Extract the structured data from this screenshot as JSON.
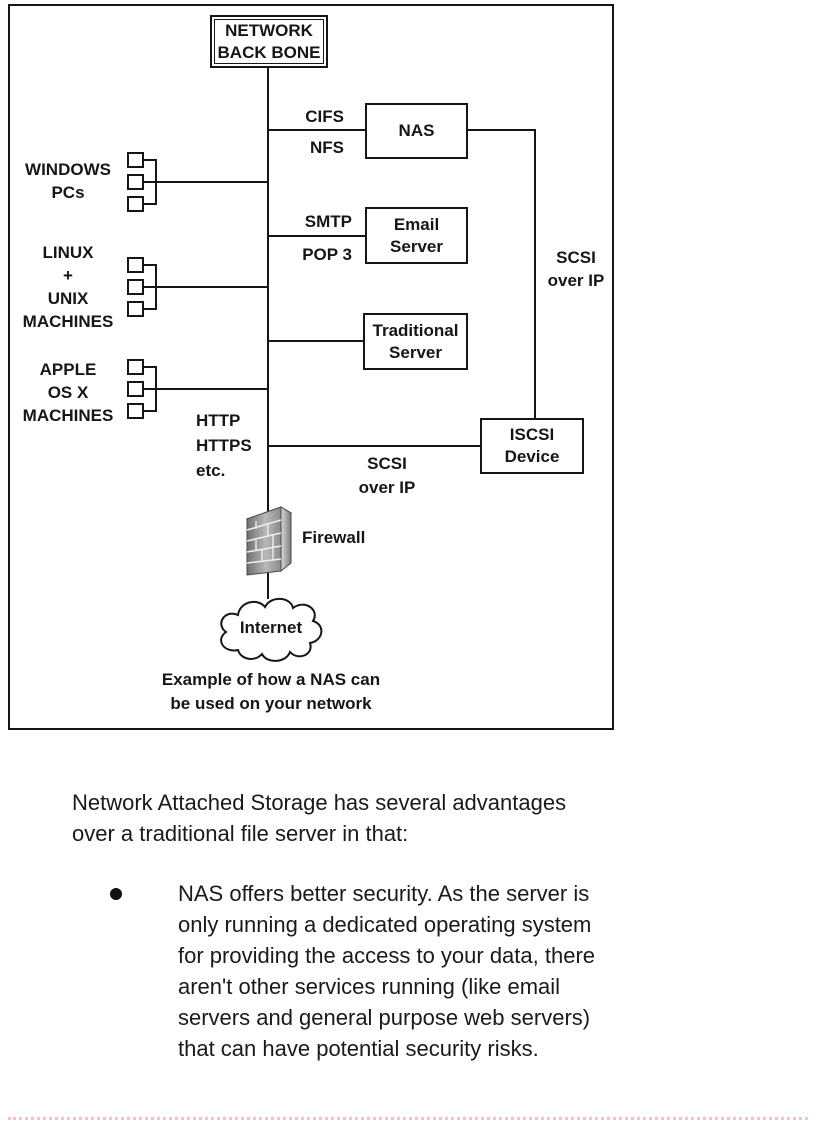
{
  "diagram": {
    "backbone": {
      "label": "NETWORK\nBACK BONE"
    },
    "servers": {
      "nas": "NAS",
      "email": "Email\nServer",
      "traditional": "Traditional\nServer",
      "iscsi": "ISCSI\nDevice"
    },
    "protocols": {
      "cifs": "CIFS",
      "nfs": "NFS",
      "smtp": "SMTP",
      "pop3": "POP 3",
      "http": "HTTP\nHTTPS\netc.",
      "scsi_over_ip_right": "SCSI\nover IP",
      "scsi_over_ip_bottom": "SCSI\nover IP"
    },
    "clients": [
      {
        "id": "windows",
        "label": "WINDOWS\nPCs"
      },
      {
        "id": "linux-unix",
        "label": "LINUX\n+\nUNIX\nMACHINES"
      },
      {
        "id": "apple",
        "label": "APPLE\nOS X\nMACHINES"
      }
    ],
    "firewall": {
      "label": "Firewall"
    },
    "internet": {
      "label": "Internet"
    },
    "caption": "Example of how a NAS can\nbe used on your network"
  },
  "body": {
    "intro": "Network Attached Storage has several advantages\nover a traditional file server in that:",
    "bullets": [
      {
        "text": "NAS offers better security. As the server is\nonly running a dedicated operating system\nfor providing the access to your data, there\naren't other services running (like email\nservers and general purpose web servers)\nthat can have potential security risks."
      }
    ]
  },
  "colors": {
    "ink": "#161616",
    "body_text": "#1a1a1a",
    "divider_pink": "#ffbdc4"
  }
}
